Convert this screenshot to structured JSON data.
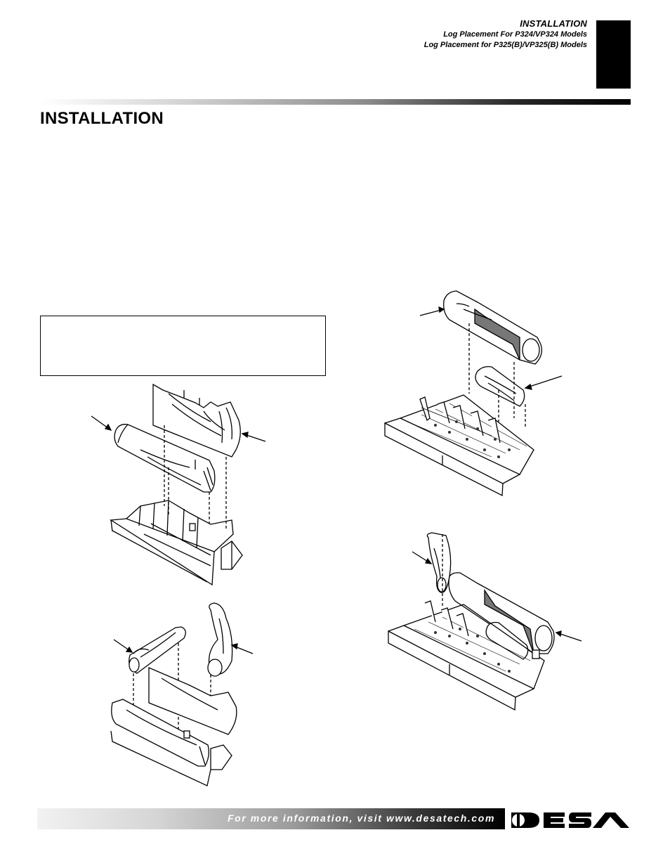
{
  "header": {
    "section": "INSTALLATION",
    "line1": "Log Placement For P324/VP324 Models",
    "line2": "Log Placement for P325(B)/VP325(B) Models"
  },
  "page_title": "INSTALLATION",
  "footer": {
    "text": "For more information, visit www.desatech.com",
    "logo_text": "DESA"
  },
  "colors": {
    "ink": "#000000",
    "paper": "#ffffff"
  }
}
